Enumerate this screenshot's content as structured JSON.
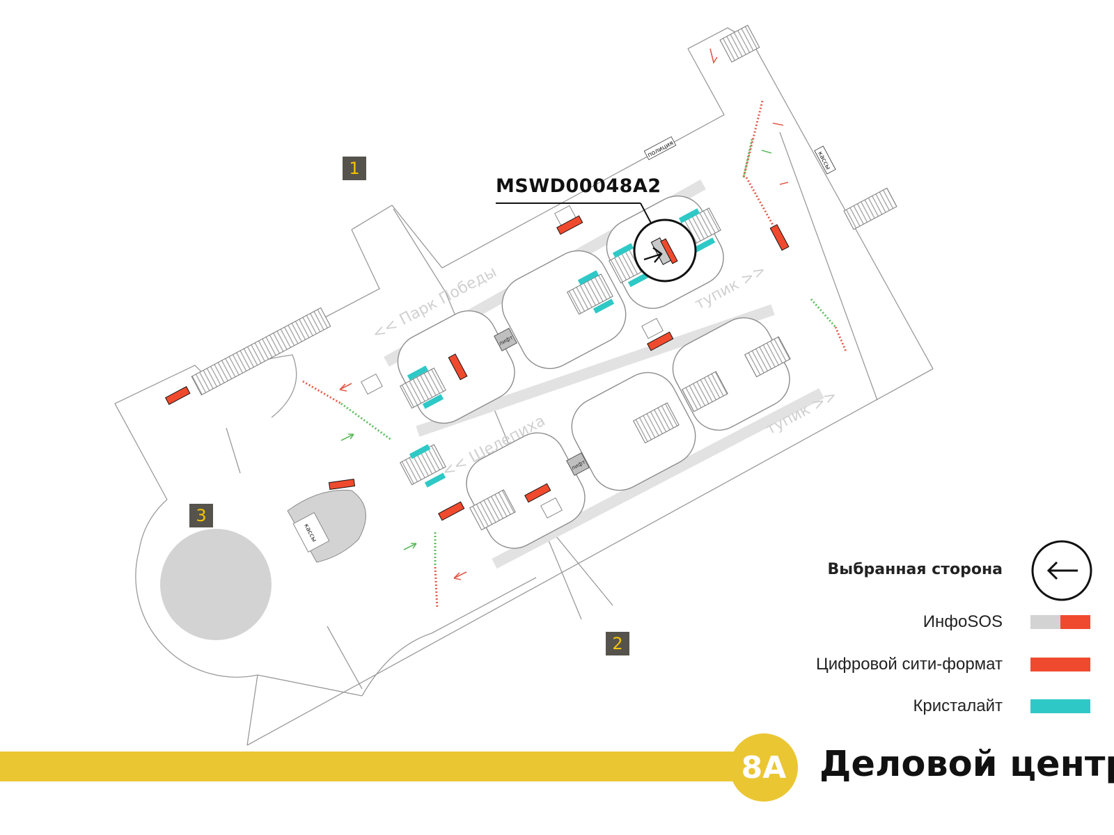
{
  "map": {
    "exits": [
      "1",
      "2",
      "3"
    ],
    "placement_code": "MSWD00048A2",
    "labels": {
      "police": "полиция",
      "ticket_office_right": "кассы",
      "ticket_office_left": "кассы",
      "direction_park_pobedy": "<< Парк Победы",
      "direction_dead_end_1": "тупик >>",
      "direction_shelepikha": "<< Шелепиха",
      "direction_dead_end_2": "тупик >>",
      "elevator_1": "лифт",
      "elevator_2": "лифт"
    },
    "colors": {
      "digital_city_format": "#f04a2e",
      "infosos_gray": "#d3d3d3",
      "crystalight": "#2ec9c6",
      "badge_bg": "#55534c",
      "badge_text": "#f5c400",
      "line_yellow": "#ebc633"
    }
  },
  "legend": {
    "selected_side": "Выбранная сторона",
    "infosos": "ИнфоSOS",
    "digital_city_format": "Цифровой сити-формат",
    "crystalight": "Кристалайт",
    "selected_side_icon": "arrow-left-icon"
  },
  "station": {
    "line_number": "8А",
    "name": "Деловой центр"
  }
}
